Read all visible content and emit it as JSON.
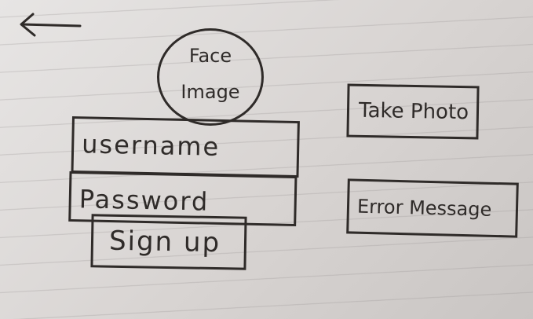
{
  "header": {
    "back_icon": "arrow-left-icon"
  },
  "face": {
    "line1": "Face",
    "line2": "Image"
  },
  "form": {
    "username_label": "username",
    "password_label": "Password",
    "signup_label": "Sign up"
  },
  "actions": {
    "take_photo_label": "Take Photo"
  },
  "status": {
    "error_label": "Error Message"
  },
  "colors": {
    "ink": "#2f2b29",
    "paper": "#d6d2cf"
  }
}
